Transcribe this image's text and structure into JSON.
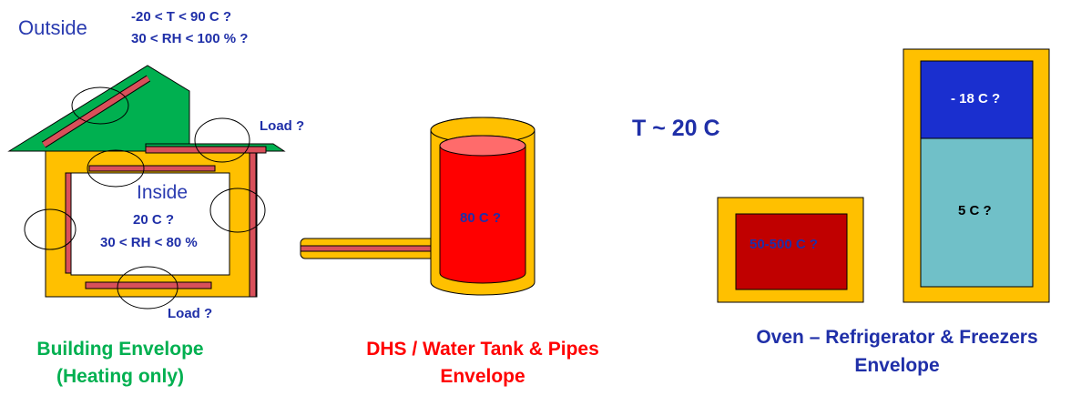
{
  "outside": {
    "label": "Outside",
    "temperature": "-20 < T < 90 C ?",
    "humidity": "30 < RH < 100 % ?"
  },
  "building": {
    "inside_label": "Inside",
    "inside_temperature": "20 C ?",
    "inside_humidity": "30 < RH < 80 %",
    "load_top": "Load ?",
    "load_bottom": "Load ?",
    "caption_line1": "Building Envelope",
    "caption_line2": "(Heating only)"
  },
  "tank": {
    "temperature": "80 C ?",
    "caption_line1": "DHS / Water Tank & Pipes",
    "caption_line2": "Envelope"
  },
  "ambient": {
    "temperature": "T ~ 20 C"
  },
  "appliances": {
    "oven_temperature": "50-500 C ?",
    "freezer_temperature": "- 18 C ?",
    "fridge_temperature": "5 C ?",
    "caption_line1": "Oven – Refrigerator & Freezers",
    "caption_line2": "Envelope"
  },
  "colors": {
    "envelope": "#ffc000",
    "roof": "#00b050",
    "pipe": "#d9505a",
    "tank_fill": "#ff0000",
    "tank_top": "#ff6b6b",
    "oven_fill": "#c00000",
    "freezer_fill": "#1a2fcf",
    "fridge_fill": "#70c0c8",
    "label_blue": "#1f2fa8",
    "caption_green": "#00b050",
    "caption_red": "#ff0000"
  }
}
